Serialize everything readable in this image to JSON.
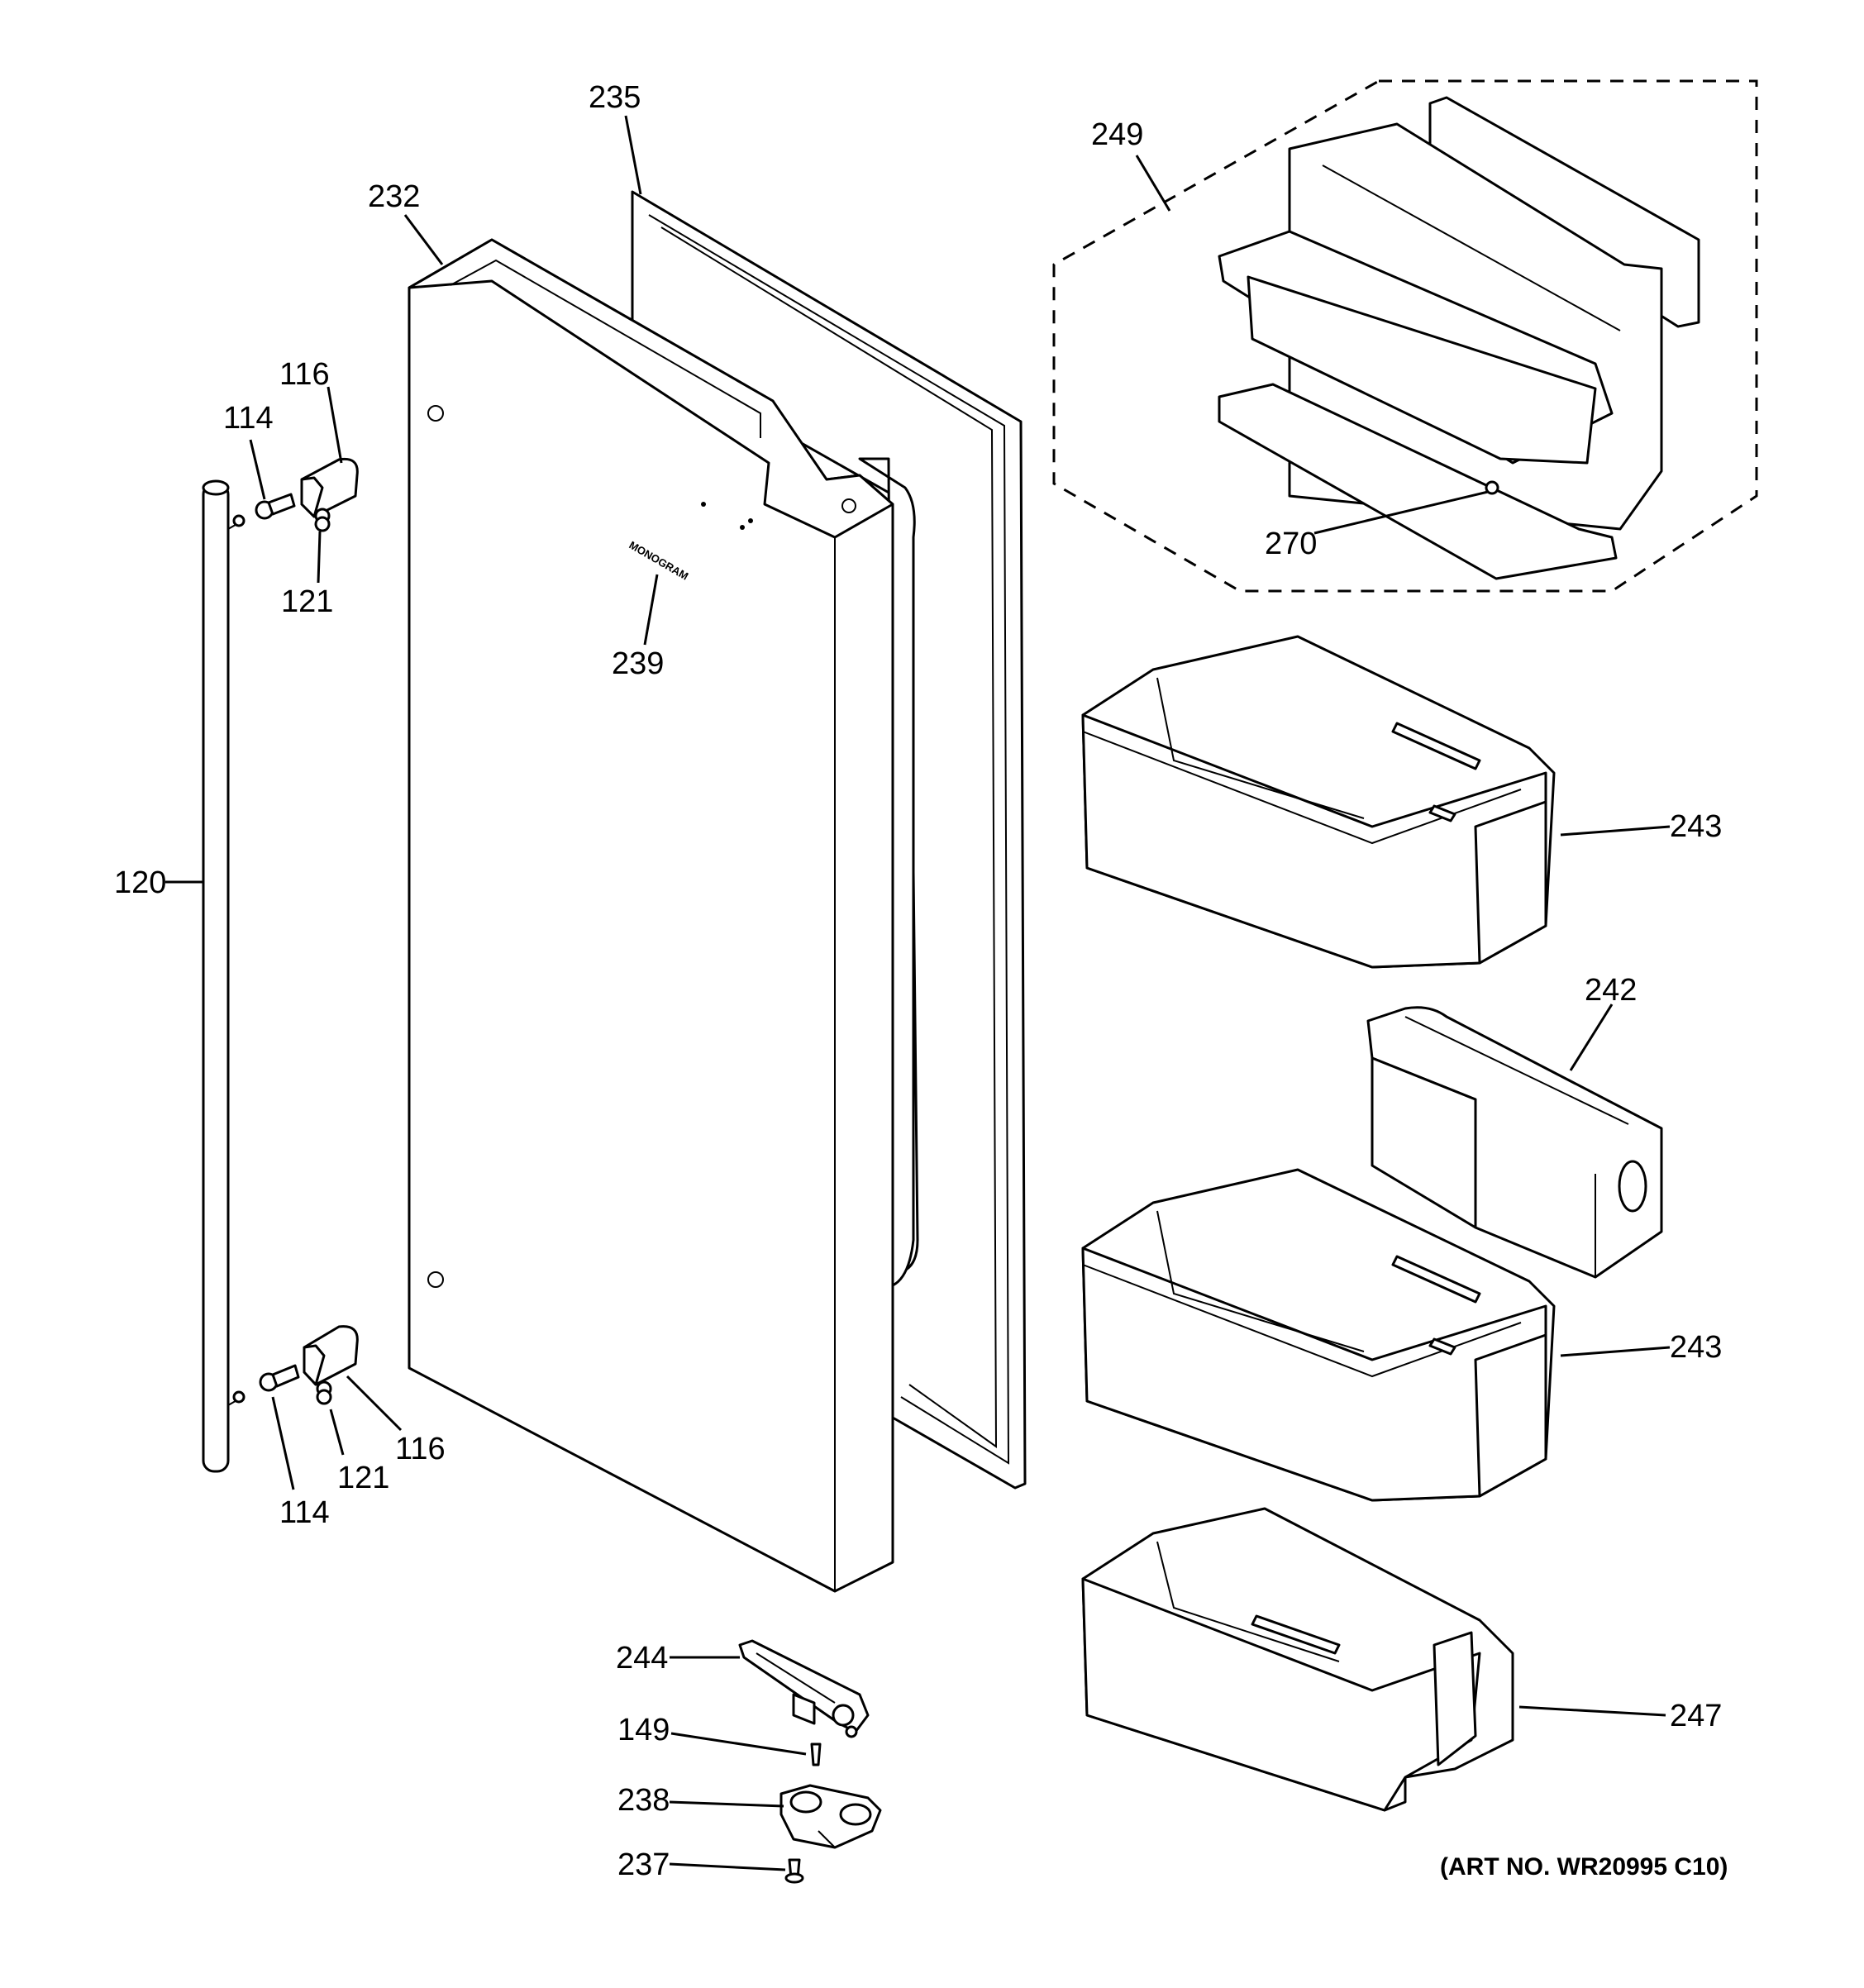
{
  "labels": {
    "p235": "235",
    "p232": "232",
    "p249": "249",
    "p116_top": "116",
    "p114_top": "114",
    "p121_top": "121",
    "p239": "239",
    "p270": "270",
    "p120": "120",
    "p243_top": "243",
    "p242": "242",
    "p243_bottom": "243",
    "p116_bottom": "116",
    "p121_bottom": "121",
    "p114_bottom": "114",
    "p244": "244",
    "p247": "247",
    "p149": "149",
    "p238": "238",
    "p237": "237"
  },
  "door_logo": "MONOGRAM",
  "art_number": "(ART NO. WR20995 C10)"
}
